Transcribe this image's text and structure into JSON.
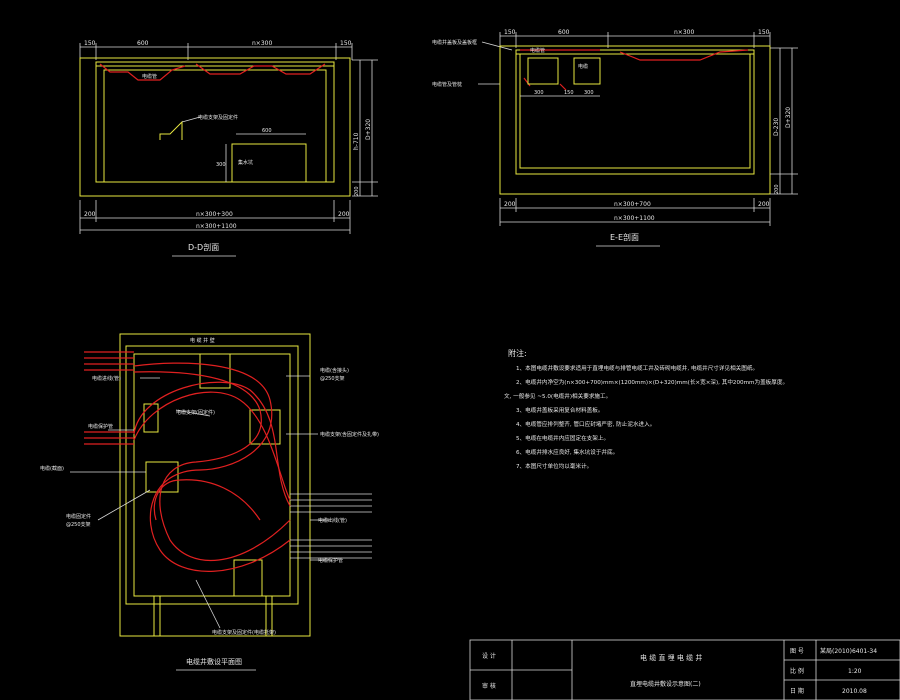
{
  "section_dd": {
    "title": "D-D剖面",
    "dims_top": [
      "150",
      "600",
      "n×300",
      "150"
    ],
    "dims_bottom": [
      "200",
      "n×300+300",
      "200"
    ],
    "dim_total": "n×300+1100",
    "dim_right": "h-710",
    "dim_right_total": "D+320",
    "dim_right_lower": "200",
    "label_pipe": "电缆管",
    "label_frame": "电缆支架及固定件",
    "label_well": "集水坑",
    "dim_well_w": "600",
    "dim_well_h": "300"
  },
  "section_ee": {
    "title": "E-E剖面",
    "label_cover": "电缆井盖板及盖板框",
    "label_pipe_in": "电缆管及管枕",
    "dims_top": [
      "150",
      "600",
      "n×300",
      "150"
    ],
    "label_sub1": "电缆管",
    "label_sub2": "电缆",
    "dims_mid": [
      "300",
      "150",
      "300"
    ],
    "dims_bottom": [
      "200",
      "n×300+700",
      "200"
    ],
    "dim_total": "n×300+1100",
    "dim_right": "D-230",
    "dim_right_total": "D+320",
    "dim_right_lower": "200"
  },
  "plan": {
    "title": "电缆井敷设平面图",
    "top_label": "电 缆 井 壁",
    "labels": {
      "left1": "电缆进线(管)",
      "left2": "电缆保护管",
      "left3": "电缆(截面)",
      "left4": "电缆固定件",
      "left4b": "@250支架",
      "mid1": "电缆支架(固定件)",
      "right1": "电缆(含接头)",
      "right1b": "@250支架",
      "right2": "电缆支架(含固定件及扎带)",
      "right3": "电缆出线(管)",
      "right4": "电缆保护管",
      "bottom": "电缆支架及固定件(电缆托架)"
    }
  },
  "notes": {
    "heading": "附注:",
    "items": [
      "1、本图电缆井敷设要求适用于直埋电缆与排管电缆工井及砖砌电缆井, 电缆井尺寸详见相关图纸。",
      "2、电缆井内净空为(n×300+700)mm×(1200mm)×(D+320)mm(长×宽×深), 其中200mm为盖板厚度。",
      "3、电缆井盖板采用复合材料盖板。",
      "4、电缆管应排列整齐, 管口应封堵严密, 防止泥水进入。",
      "5、电缆在电缆井内应固定在支架上。",
      "6、电缆井排水应良好, 集水坑设于井底。",
      "7、本图尺寸单位均以毫米计。"
    ],
    "item2_cont": "文, 一般参见 ~5.0(电缆井)相关要求施工。"
  },
  "title_block": {
    "label_design": "设 计",
    "label_review": "审 核",
    "project": "电 缆 直 埋 电 缆 井",
    "drawing": "直埋电缆井敷设示意图(二)",
    "label_no": "图 号",
    "label_scale": "比 例",
    "label_date": "日 期",
    "drawing_no": "某局(2010)6401-34",
    "scale": "1:20",
    "date": "2010.08"
  },
  "colors": {
    "structure": "#e8e840",
    "cable": "#e02020",
    "text": "#e8e8e8",
    "background": "#000000"
  }
}
